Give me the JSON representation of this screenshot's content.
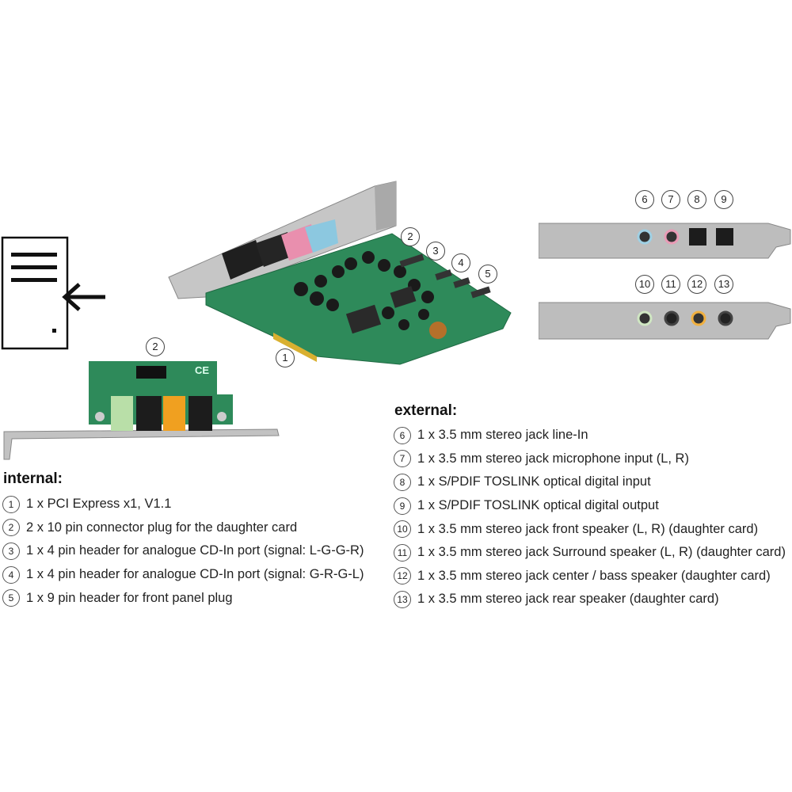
{
  "callouts": {
    "pci_main": "1",
    "daughter_connector_main": "2",
    "cd_in_1": "3",
    "cd_in_2": "4",
    "front_panel": "5",
    "daughter_connector_card": "2",
    "bracket_top": [
      "6",
      "7",
      "8",
      "9"
    ],
    "bracket_bottom": [
      "10",
      "11",
      "12",
      "13"
    ]
  },
  "internal": {
    "title": "internal:",
    "items": [
      {
        "n": "1",
        "text": "1 x PCI Express x1, V1.1"
      },
      {
        "n": "2",
        "text": "2 x 10 pin connector plug for the daughter card"
      },
      {
        "n": "3",
        "text": "1 x 4 pin header for analogue CD-In port (signal: L-G-G-R)"
      },
      {
        "n": "4",
        "text": "1 x 4 pin header for analogue CD-In port (signal: G-R-G-L)"
      },
      {
        "n": "5",
        "text": "1 x 9 pin header for front panel plug"
      }
    ]
  },
  "external": {
    "title": "external:",
    "items": [
      {
        "n": "6",
        "text": "1 x 3.5 mm stereo jack line-In"
      },
      {
        "n": "7",
        "text": "1 x 3.5 mm stereo jack microphone input (L, R)"
      },
      {
        "n": "8",
        "text": "1 x S/PDIF TOSLINK optical digital input"
      },
      {
        "n": "9",
        "text": "1 x S/PDIF TOSLINK optical digital output"
      },
      {
        "n": "10",
        "text": "1 x 3.5 mm stereo jack front speaker (L, R) (daughter card)"
      },
      {
        "n": "11",
        "text": "1 x 3.5 mm stereo jack Surround speaker (L, R) (daughter card)"
      },
      {
        "n": "12",
        "text": "1 x 3.5 mm stereo jack center / bass speaker (daughter card)"
      },
      {
        "n": "13",
        "text": "1 x 3.5 mm stereo jack rear speaker (daughter card)"
      }
    ]
  },
  "card_mark": "CE",
  "colors": {
    "pcb": "#2e8a5a",
    "bracket": "#b9b9b9",
    "jack_pink": "#e98fae",
    "jack_blue": "#8cc8e0",
    "jack_green": "#b9dfa8",
    "jack_orange": "#f0a020"
  }
}
